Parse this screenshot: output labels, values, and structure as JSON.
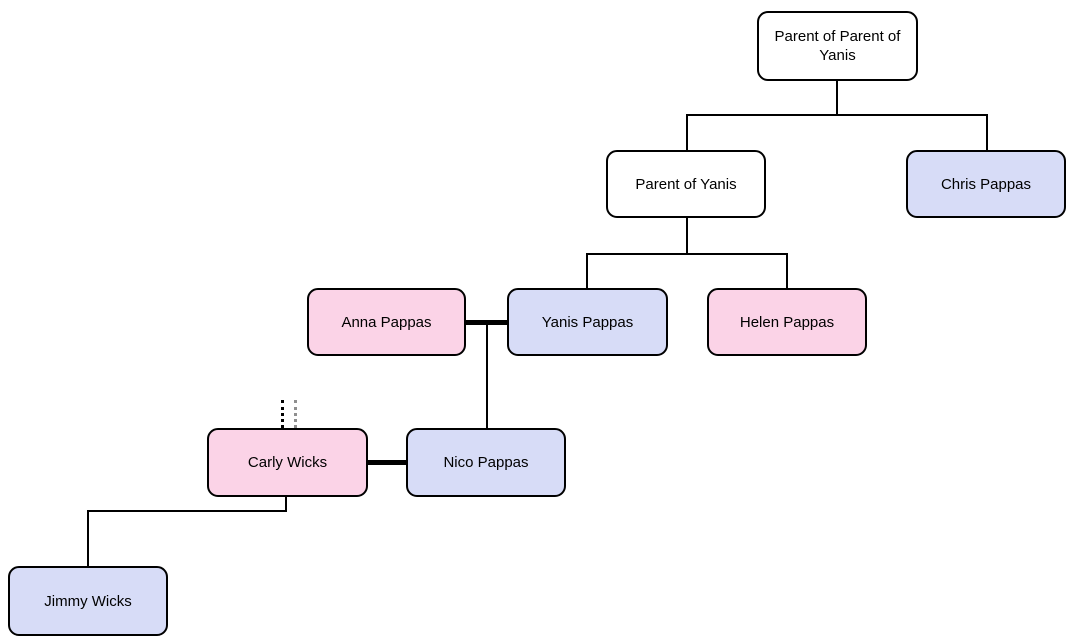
{
  "diagram": {
    "type": "family-tree",
    "colors": {
      "male_fill": "#d7dcf7",
      "female_fill": "#fbd3e7",
      "neutral_fill": "#ffffff",
      "border": "#000000",
      "line": "#000000",
      "dotted_stub_black": "#000000",
      "dotted_stub_gray": "#8f8f8f"
    },
    "nodes": [
      {
        "id": "parent-of-parent-of-yanis",
        "label": "Parent of Parent of Yanis",
        "fill": "#ffffff"
      },
      {
        "id": "parent-of-yanis",
        "label": "Parent of Yanis",
        "fill": "#ffffff"
      },
      {
        "id": "chris-pappas",
        "label": "Chris Pappas",
        "fill": "#d7dcf7"
      },
      {
        "id": "anna-pappas",
        "label": "Anna Pappas",
        "fill": "#fbd3e7"
      },
      {
        "id": "yanis-pappas",
        "label": "Yanis Pappas",
        "fill": "#d7dcf7"
      },
      {
        "id": "helen-pappas",
        "label": "Helen Pappas",
        "fill": "#fbd3e7"
      },
      {
        "id": "carly-wicks",
        "label": "Carly Wicks",
        "fill": "#fbd3e7"
      },
      {
        "id": "nico-pappas",
        "label": "Nico Pappas",
        "fill": "#d7dcf7"
      },
      {
        "id": "jimmy-wicks",
        "label": "Jimmy Wicks",
        "fill": "#d7dcf7"
      }
    ],
    "edges": [
      {
        "type": "parent-child",
        "from": "Parent of Parent of Yanis",
        "to": "Parent of Yanis"
      },
      {
        "type": "parent-child",
        "from": "Parent of Parent of Yanis",
        "to": "Chris Pappas"
      },
      {
        "type": "parent-child",
        "from": "Parent of Yanis",
        "to": "Yanis Pappas"
      },
      {
        "type": "parent-child",
        "from": "Parent of Yanis",
        "to": "Helen Pappas"
      },
      {
        "type": "couple",
        "between": [
          "Anna Pappas",
          "Yanis Pappas"
        ]
      },
      {
        "type": "parent-child",
        "from": "Anna Pappas + Yanis Pappas",
        "to": "Nico Pappas"
      },
      {
        "type": "couple",
        "between": [
          "Carly Wicks",
          "Nico Pappas"
        ]
      },
      {
        "type": "parent-child",
        "from": "Carly Wicks",
        "to": "Jimmy Wicks"
      },
      {
        "type": "dotted-stub",
        "at": "Carly Wicks"
      }
    ]
  }
}
